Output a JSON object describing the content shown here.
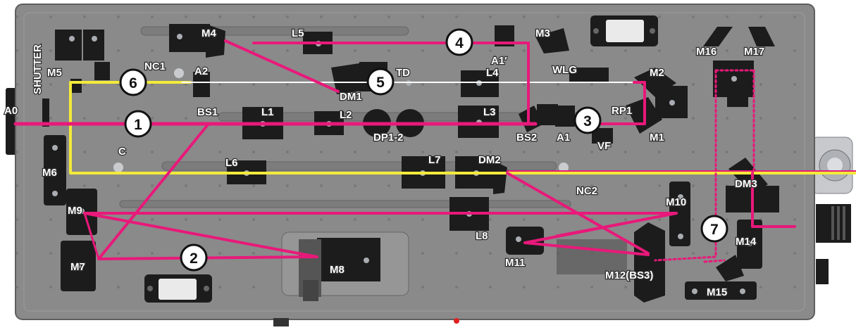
{
  "colors": {
    "plate": "#8a8a8a",
    "plate_edge": "#6b6b6b",
    "beam_pink": "#e8197a",
    "beam_yellow": "#f3ea3a",
    "beam_white": "#ffffff",
    "mount_dark": "#1c1c1c",
    "mount_mid": "#3a3a3a",
    "steel": "#b9bcc0"
  },
  "labels": {
    "a0": "A0",
    "shutter": "SHUTTER",
    "m5": "M5",
    "m4": "M4",
    "l5": "L5",
    "m3": "M3",
    "a1_prime": "A1′",
    "nc1": "NC1",
    "a2": "A2",
    "dm1": "DM1",
    "td": "TD",
    "l4": "L4",
    "wlg": "WLG",
    "m2": "M2",
    "m16": "M16",
    "m17": "M17",
    "bs1": "BS1",
    "l1": "L1",
    "l2": "L2",
    "dp12": "DP1-2",
    "l3": "L3",
    "bs2": "BS2",
    "a1": "A1",
    "vf": "VF",
    "rp1": "RP1",
    "m1": "M1",
    "c": "C",
    "m6": "M6",
    "l6": "L6",
    "l7": "L7",
    "dm2": "DM2",
    "nc2": "NC2",
    "dm3": "DM3",
    "m9": "M9",
    "m10": "M10",
    "l8": "L8",
    "m14": "M14",
    "m7": "M7",
    "m8": "M8",
    "m11": "M11",
    "m12": "M12(BS3)",
    "m15": "M15"
  },
  "markers": [
    "1",
    "2",
    "3",
    "4",
    "5",
    "6",
    "7"
  ]
}
